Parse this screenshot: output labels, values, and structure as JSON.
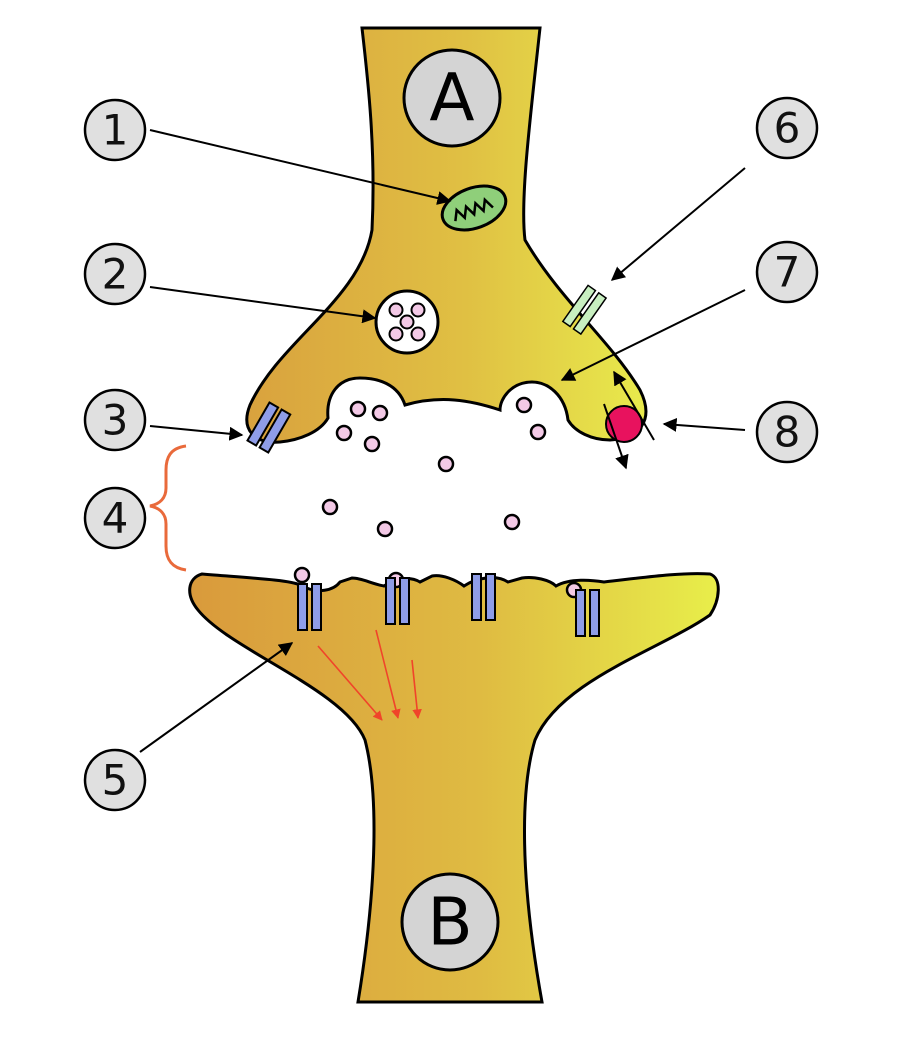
{
  "neurons": {
    "presynaptic": {
      "label": "A"
    },
    "postsynaptic": {
      "label": "B"
    }
  },
  "callouts": [
    {
      "number": "1",
      "target": "mitochondrion"
    },
    {
      "number": "2",
      "target": "synaptic-vesicle"
    },
    {
      "number": "3",
      "target": "autoreceptor"
    },
    {
      "number": "4",
      "target": "synaptic-cleft"
    },
    {
      "number": "5",
      "target": "postsynaptic-receptor"
    },
    {
      "number": "6",
      "target": "calcium-channel"
    },
    {
      "number": "7",
      "target": "vesicle-fusion"
    },
    {
      "number": "8",
      "target": "reuptake-pump"
    }
  ],
  "colors": {
    "membrane_fill_light": "#e8e84a",
    "membrane_fill_dark": "#d9a23e",
    "mitochondrion": "#8fcf7a",
    "vesicle": "#f3c9e6",
    "receptor": "#8f9de8",
    "pump": "#e8125e",
    "calcium_channel": "#c8efc0",
    "cleft_bracket": "#e96a3b",
    "signal_arrows": "#f0442a"
  }
}
